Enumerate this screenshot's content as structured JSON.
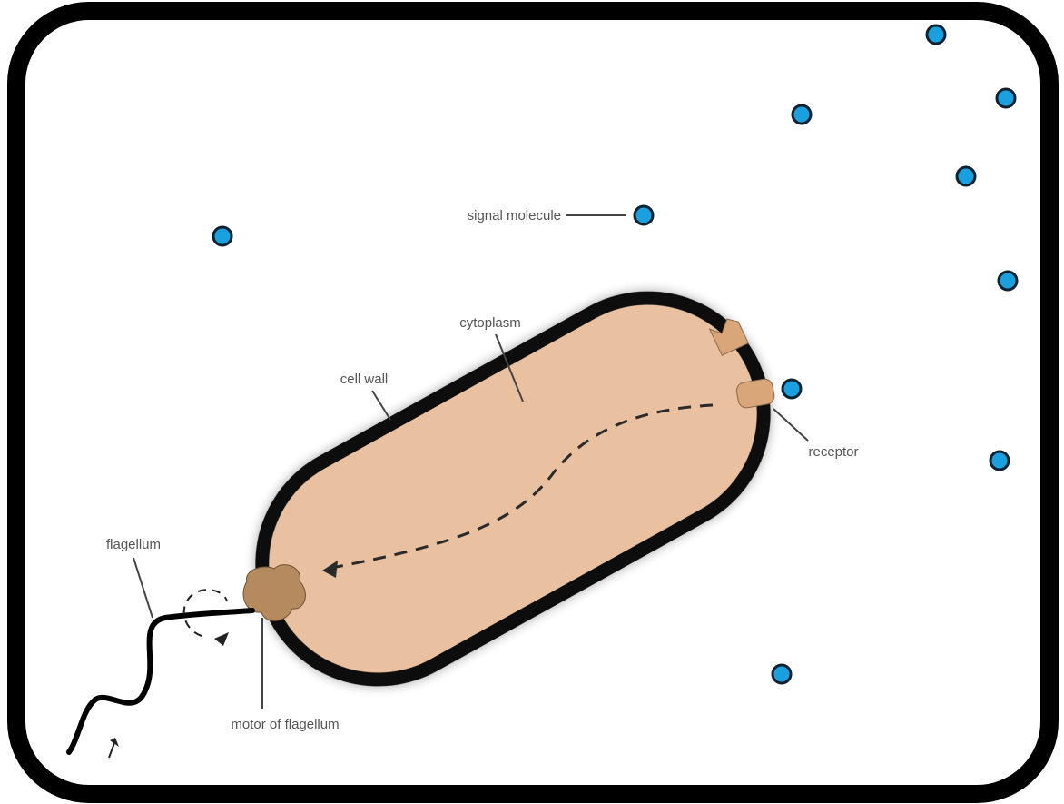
{
  "labels": {
    "signal_molecule": "signal molecule",
    "cytoplasm": "cytoplasm",
    "cell_wall": "cell wall",
    "receptor": "receptor",
    "flagellum": "flagellum",
    "motor_of_flagellum": "motor of flagellum"
  },
  "colors": {
    "frame": "#000000",
    "cell_wall": "#111111",
    "cytoplasm": "#e9c0a0",
    "motor": "#b58a5e",
    "receptor": "#d9a67a",
    "molecule_fill": "#1aa0de",
    "molecule_stroke": "#0d2230",
    "label_text": "#555555",
    "leader_line": "#444444"
  },
  "icons": {
    "signal_molecule": "blue-circle",
    "receptor": "tan-cup-shape",
    "motor": "brown-blob-shape",
    "flagellum": "wavy-black-line"
  }
}
